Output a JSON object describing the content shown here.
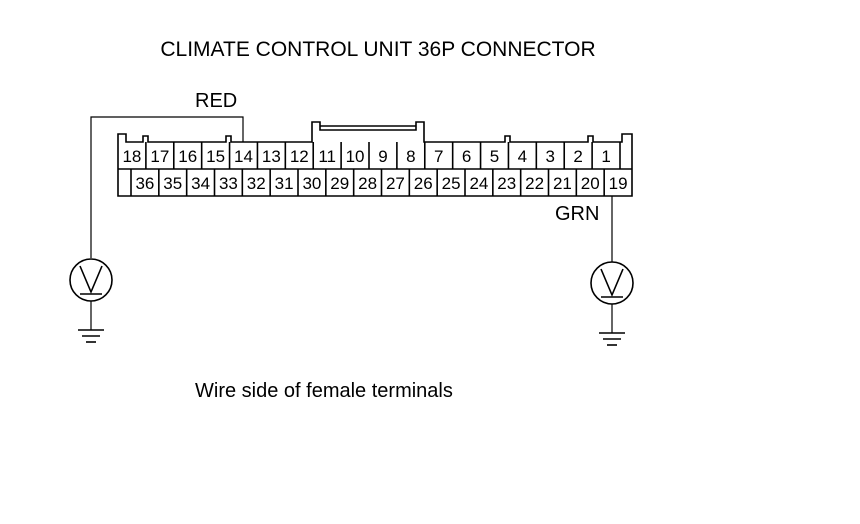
{
  "title": "CLIMATE CONTROL UNIT 36P CONNECTOR",
  "caption": "Wire side of female terminals",
  "probes": {
    "left_wire": "RED",
    "right_wire": "GRN"
  },
  "connector": {
    "top_row": [
      "18",
      "17",
      "16",
      "15",
      "14",
      "13",
      "12",
      "11",
      "10",
      "9",
      "8",
      "7",
      "6",
      "5",
      "4",
      "3",
      "2",
      "1"
    ],
    "bottom_row": [
      "36",
      "35",
      "34",
      "33",
      "32",
      "31",
      "30",
      "29",
      "28",
      "27",
      "26",
      "25",
      "24",
      "23",
      "22",
      "21",
      "20",
      "19"
    ]
  },
  "voltmeter_symbol": "V",
  "icons": [
    "voltmeter-icon",
    "ground-icon"
  ]
}
